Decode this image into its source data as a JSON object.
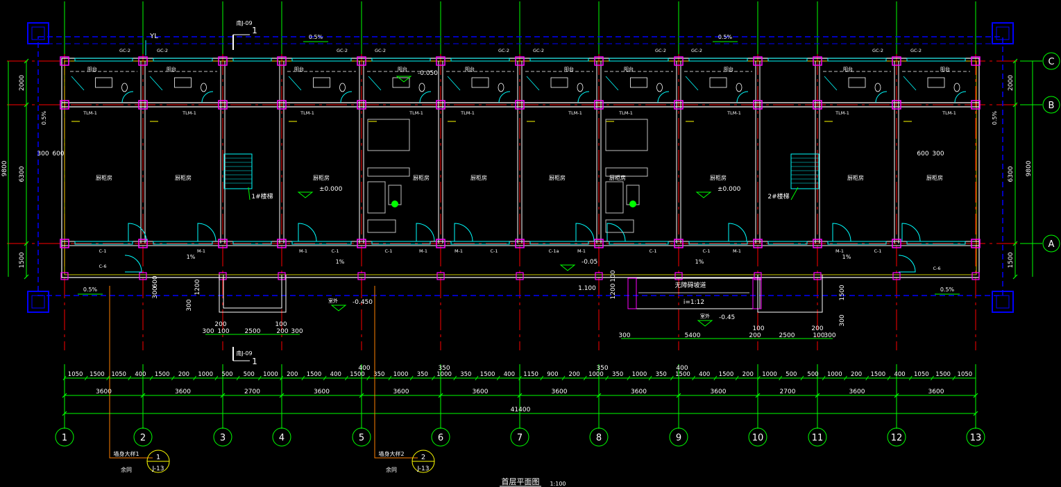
{
  "colors": {
    "background": "#000000",
    "axis_line": "#ff0000",
    "dimension": "#00ff00",
    "wall": "#ffffff",
    "column": "#ff00ff",
    "canopy": "#0000ff",
    "glazing": "#00ffff",
    "text": "#ffffff",
    "leader": "#ff8000"
  },
  "axes": {
    "vertical": [
      "1",
      "2",
      "3",
      "4",
      "5",
      "6",
      "7",
      "8",
      "9",
      "10",
      "11",
      "12",
      "13"
    ],
    "horizontal": [
      "C",
      "B",
      "A"
    ]
  },
  "dimensions": {
    "detail_row": [
      "1050",
      "1500",
      "1050",
      "400",
      "1500",
      "200",
      "1000",
      "500",
      "500",
      "1000",
      "200",
      "1500",
      "400",
      "1500",
      "350",
      "1000",
      "350",
      "1000",
      "350",
      "1500",
      "400",
      "1150",
      "900",
      "200",
      "1000",
      "350",
      "1000",
      "350",
      "1500",
      "400",
      "1500",
      "200",
      "1000",
      "500",
      "500",
      "1000",
      "200",
      "1500",
      "400",
      "1050",
      "1500",
      "1050"
    ],
    "upper_extra": [
      "400",
      "350",
      "350",
      "400"
    ],
    "bays": [
      "3600",
      "3600",
      "2700",
      "3600",
      "3600",
      "3600",
      "3600",
      "3600",
      "3600",
      "2700",
      "3600",
      "3600"
    ],
    "total": "41400",
    "left_side": [
      "2000",
      "6300",
      "1500",
      "9800"
    ],
    "right_side": [
      "2000",
      "6300",
      "1500",
      "9800"
    ],
    "entry_left": [
      "300",
      "100",
      "2500",
      "200",
      "300",
      "200",
      "100"
    ],
    "entry_right": [
      "300",
      "5400",
      "200",
      "2500",
      "100",
      "300",
      "100",
      "200"
    ],
    "misc": [
      "300",
      "600",
      "600",
      "300",
      "300",
      "600",
      "1200",
      "300",
      "1500",
      "1200",
      "100",
      "300"
    ]
  },
  "labels": {
    "drawing_title": "首层平面图",
    "scale": "1:100",
    "yl": "YL",
    "section_ref_top": "南J-09",
    "section_ref_bottom": "南J-09",
    "section_no": "1",
    "stair_1": "1#楼梯",
    "stair_2": "2#楼梯",
    "room": "厨柜房",
    "balcony": "阳台",
    "elev_pos": "±0.000",
    "elev_neg050": "-0.050",
    "elev_neg05": "-0.05",
    "elev_outdoor1": "-0.450",
    "elev_outdoor2": "-0.45",
    "outdoor": "室外",
    "ramp": "无障碍坡道",
    "ramp_slope": "i=1:12",
    "ramp_len": "1.100",
    "slope_pct": [
      "0.5%",
      "0.5%",
      "0.5%",
      "0.5%",
      "0.5%",
      "0.5%",
      "1%",
      "1%",
      "1%",
      "1%"
    ],
    "detail_1_text": "墙身大样1",
    "detail_2_text": "墙身大样2",
    "detail_num_1": "1",
    "detail_num_2": "2",
    "detail_sheet": "J-13",
    "detail_ref": "余同",
    "window_codes": [
      "GC-2",
      "TLM-1",
      "C-1",
      "M-1",
      "C-6",
      "C-1a"
    ]
  }
}
